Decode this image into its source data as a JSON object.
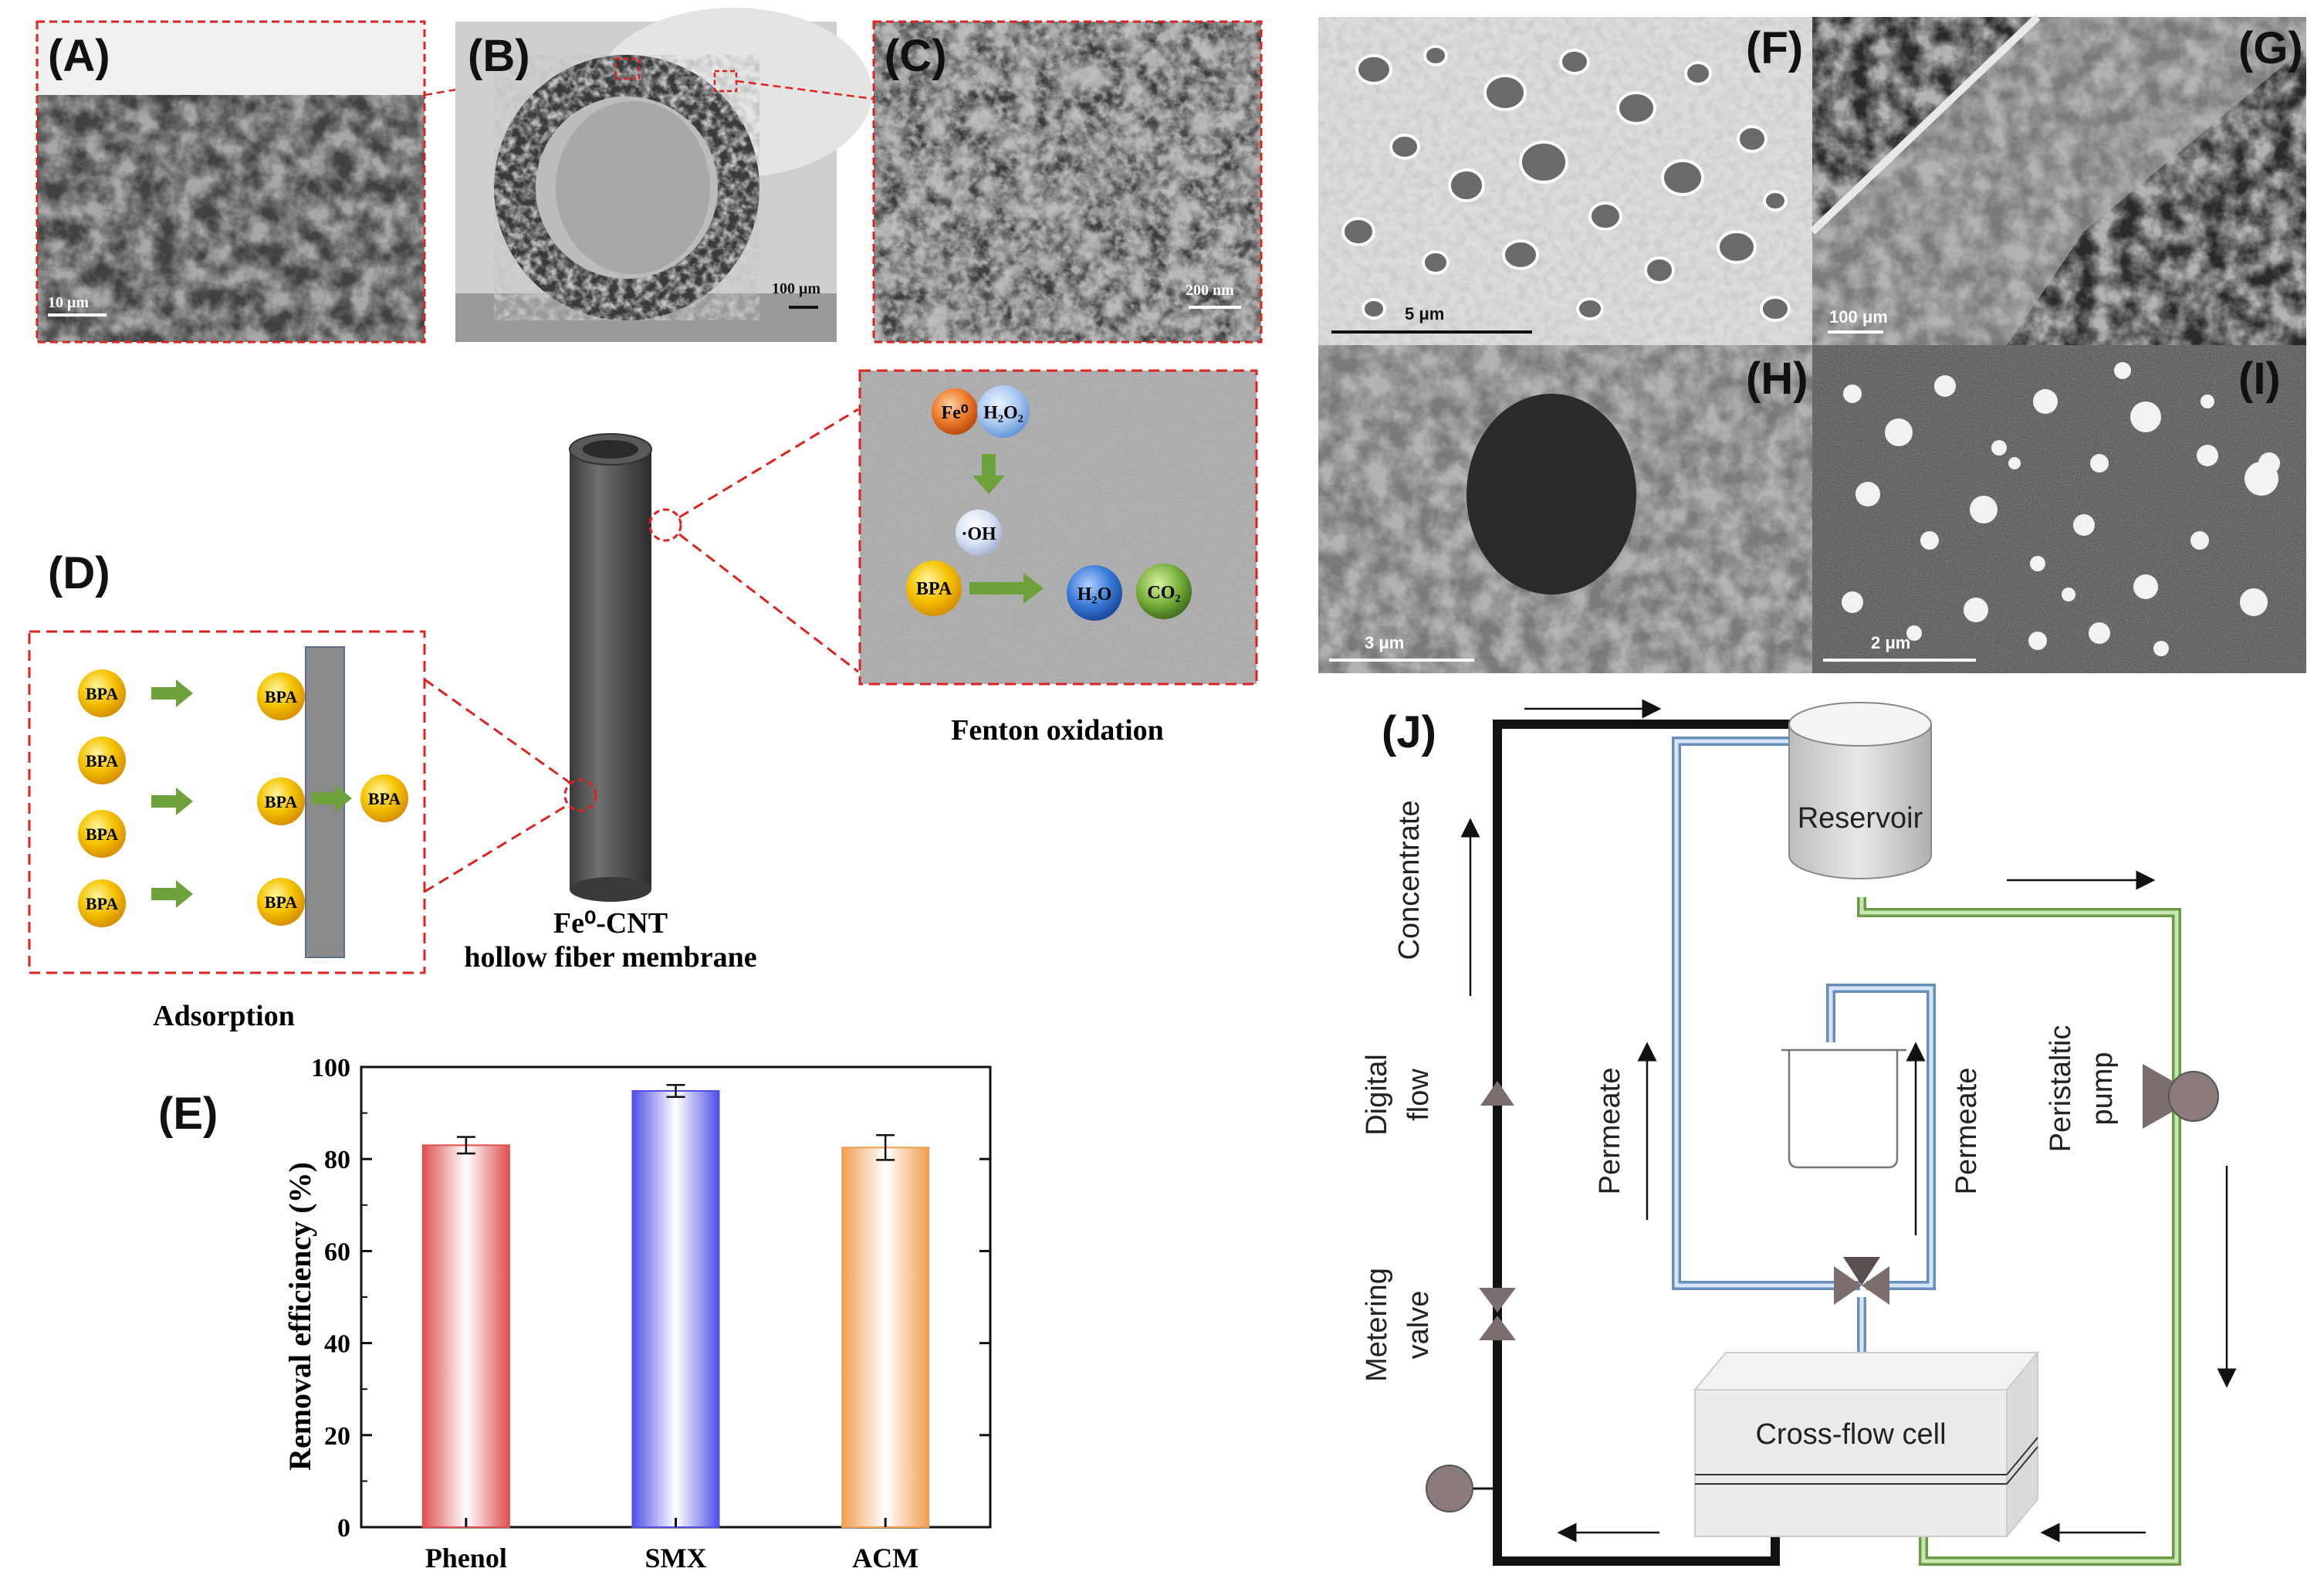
{
  "panels": {
    "A": {
      "label": "(A)",
      "scale": "10 μm"
    },
    "B": {
      "label": "(B)",
      "scale": "100 μm"
    },
    "C": {
      "label": "(C)",
      "scale": "200 nm"
    },
    "D": {
      "label": "(D)",
      "title": "Adsorption",
      "molecule": "BPA",
      "membrane_line1": "Fe⁰-CNT",
      "membrane_line2": "hollow fiber membrane"
    },
    "fenton": {
      "title": "Fenton oxidation",
      "fe": "Fe⁰",
      "h2o2": "H₂O₂",
      "oh": "·OH",
      "bpa": "BPA",
      "h2o": "H₂O",
      "co2": "CO₂"
    },
    "F": {
      "label": "(F)",
      "scale": "5 μm"
    },
    "G": {
      "label": "(G)",
      "scale": "100 μm"
    },
    "H": {
      "label": "(H)",
      "scale": "3 μm"
    },
    "I": {
      "label": "(I)",
      "scale": "2 μm"
    },
    "J": {
      "label": "(J)",
      "reservoir": "Reservoir",
      "cell": "Cross-flow cell",
      "concentrate": "Concentrate",
      "digital_flow_1": "Digital",
      "digital_flow_2": "flow",
      "metering_1": "Metering",
      "metering_2": "valve",
      "permeate_left": "Permeate",
      "permeate_right": "Permeate",
      "pump_1": "Peristaltic",
      "pump_2": "pump"
    },
    "E": {
      "label": "(E)"
    }
  },
  "chart_data": {
    "type": "bar",
    "categories": [
      "Phenol",
      "SMX",
      "ACM"
    ],
    "values": [
      83,
      94.8,
      82.5
    ],
    "errors": [
      1.8,
      1.3,
      2.7
    ],
    "colors": [
      "#e05050",
      "#5050e8",
      "#f0a050"
    ],
    "ylabel": "Removal efficiency (%)",
    "ylim": [
      0,
      100
    ],
    "yticks": [
      0,
      20,
      40,
      60,
      80,
      100
    ],
    "grid": false
  }
}
